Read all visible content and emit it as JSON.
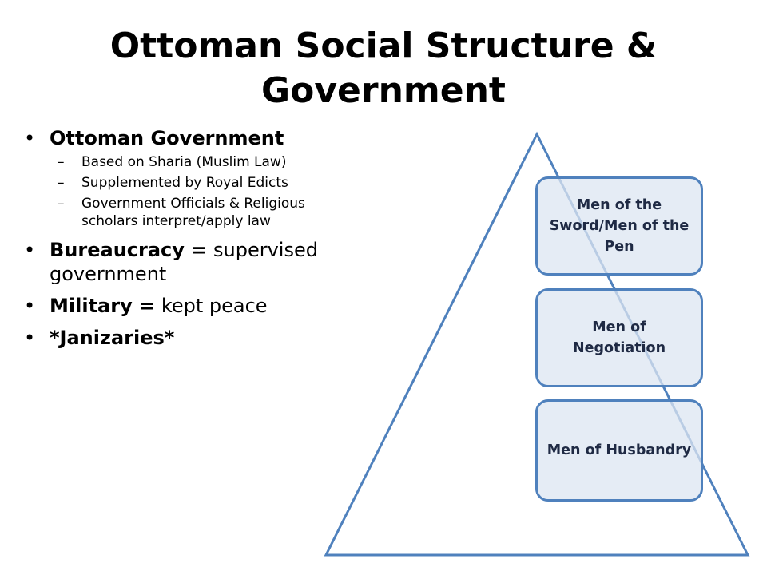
{
  "slide": {
    "title": "Ottoman Social Structure & Government",
    "bullets": [
      {
        "bold": "Ottoman Government",
        "rest": "",
        "subs": [
          "Based on Sharia (Muslim Law)",
          "Supplemented by Royal Edicts",
          "Government Officials & Religious scholars interpret/apply law"
        ]
      },
      {
        "bold": "Bureaucracy =",
        "rest": " supervised government"
      },
      {
        "bold": "Military =",
        "rest": " kept peace"
      },
      {
        "bold": "*Janizaries*",
        "rest": ""
      }
    ],
    "pyramid": {
      "tiers": [
        "Men of the Sword/Men of the Pen",
        "Men of Negotiation",
        "Men of Husbandry"
      ]
    }
  },
  "colors": {
    "triangle_stroke": "#4f81bd",
    "box_border": "#4f81bd",
    "box_fill": "#dce6f2"
  }
}
